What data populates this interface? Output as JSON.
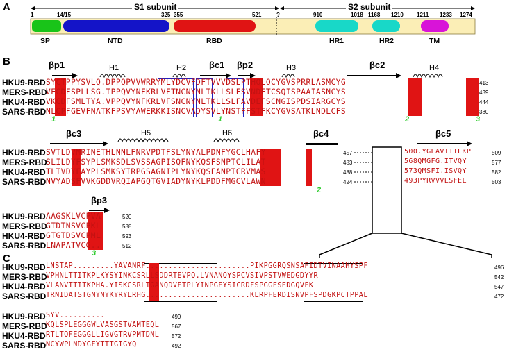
{
  "panels": {
    "a": "A",
    "b": "B",
    "c": "C"
  },
  "subunits": {
    "s1": "S1 subunit",
    "s2": "S2 subunit"
  },
  "domain_positions": [
    "1",
    "14/15",
    "325",
    "355",
    "521",
    "?",
    "910",
    "1018",
    "1168",
    "1210",
    "1211",
    "1233",
    "1274"
  ],
  "domains": [
    {
      "name": "SP",
      "color": "#19c419"
    },
    {
      "name": "NTD",
      "color": "#1414c8"
    },
    {
      "name": "RBD",
      "color": "#e01414"
    },
    {
      "name": "HR1",
      "color": "#18d8c8"
    },
    {
      "name": "HR2",
      "color": "#18d8c8"
    },
    {
      "name": "TM",
      "color": "#d814d8"
    }
  ],
  "labels": [
    "HKU9-RBD",
    "MERS-RBD",
    "HKU4-RBD",
    "SARS-RBD"
  ],
  "block1": {
    "ss": [
      "βp1",
      "H1",
      "H2",
      "βc1",
      "βp2",
      "H3",
      "βc2",
      "H4"
    ],
    "rows": [
      {
        "seq": "SYCTPPYSVLQ.DPPQPVVWRRYMLYDCVFDFTVVVDSLPTHQLQCYGVSPRRLASMCYG",
        "end": "413"
      },
      {
        "seq": "VECDFSPLLSG.TPPQVYNFKRLVFTNCNYNLTKLLSLFSVNDFTCSQISPAAIASNCYS",
        "end": "439"
      },
      {
        "seq": "VKCDFSMLTYA.VPPQVYNFKRLVFSNCNYNLTKLLSLFAVDEFSCNGISPDSIARGCYS",
        "end": "444"
      },
      {
        "seq": "NLCPFGEVFNATKFPSVYAWERKKISNCVADYSVLYNSTFFSTFKCYGVSATKLNDLCFS",
        "end": "380"
      }
    ],
    "cys": [
      "1",
      "1",
      "2",
      "3"
    ]
  },
  "block2": {
    "ss": [
      "βc3",
      "H5",
      "H6",
      "βc4",
      "βc5"
    ],
    "rows": [
      {
        "seq": "SVTLDVMRINETHLNNLFNRVPDTFSLYNYALPDNFYGCLHAFY",
        "end": "457",
        "seq2": "500.YGLAVITTLKP",
        "end2": "509"
      },
      {
        "seq": "SLILDYFSYPLSMKSDLSVSSAGPISQFNYKQSFSNPTCLILAT",
        "end": "483",
        "seq2": "568QMGFG.ITVQY",
        "end2": "577"
      },
      {
        "seq": "TLTVDYFAYPLSMKSYIRPGSAGNIPLYNYKQSFANPTCRVMAS",
        "end": "488",
        "seq2": "573QMSFI.ISVQY",
        "end2": "582"
      },
      {
        "seq": "NVYADSFVVKGDDVRQIAPGQTGVIADYNYKLPDDFMGCVLAWN",
        "end": "424",
        "seq2": "493PYRVVVLSFEL",
        "end2": "503"
      }
    ],
    "cys": [
      "2"
    ]
  },
  "block3": {
    "ss": [
      "βp3"
    ],
    "rows": [
      {
        "seq": "AAGSKLVCPVA",
        "end": "520"
      },
      {
        "seq": "GTDTNSVCPKL",
        "end": "588"
      },
      {
        "seq": "GTGTDSVCPML",
        "end": "593"
      },
      {
        "seq": "LNAPATVCG..",
        "end": "512"
      }
    ],
    "cys": [
      "3"
    ]
  },
  "block4": {
    "rows": [
      {
        "seq": "LNSTAP.........YAVANRF.......................PIKPGGRQSNSAFIDTVINAAHYSPF",
        "end": "496"
      },
      {
        "seq": "VPHNLTTITKPLKYSYINKCSRLLSDDRTEVPQ.LVNANQYSPCVSIVPSTVWEDGDYYR",
        "end": "542"
      },
      {
        "seq": "VLANVTTITKPHA.YISKCSRLTGANQDVETPLYINPGEYSICRDFSPGGFSEDGQVFK",
        "end": "547"
      },
      {
        "seq": "TRNIDATSTGNYNYKYRYLRHG.......................KLRPFERDISNVPFSPDGKPCTPPAL",
        "end": "472"
      }
    ]
  },
  "block5": {
    "rows": [
      {
        "seq": "SYV..........",
        "end": "499"
      },
      {
        "seq": "KQLSPLEGGGWLVASGSTVAMTEQL",
        "end": "567"
      },
      {
        "seq": "RTLTQFEGGGLLIGVGTRVPMTDNL",
        "end": "572"
      },
      {
        "seq": "NCYWPLNDYGFYTTTGIGYQ",
        "end": "492"
      }
    ]
  }
}
